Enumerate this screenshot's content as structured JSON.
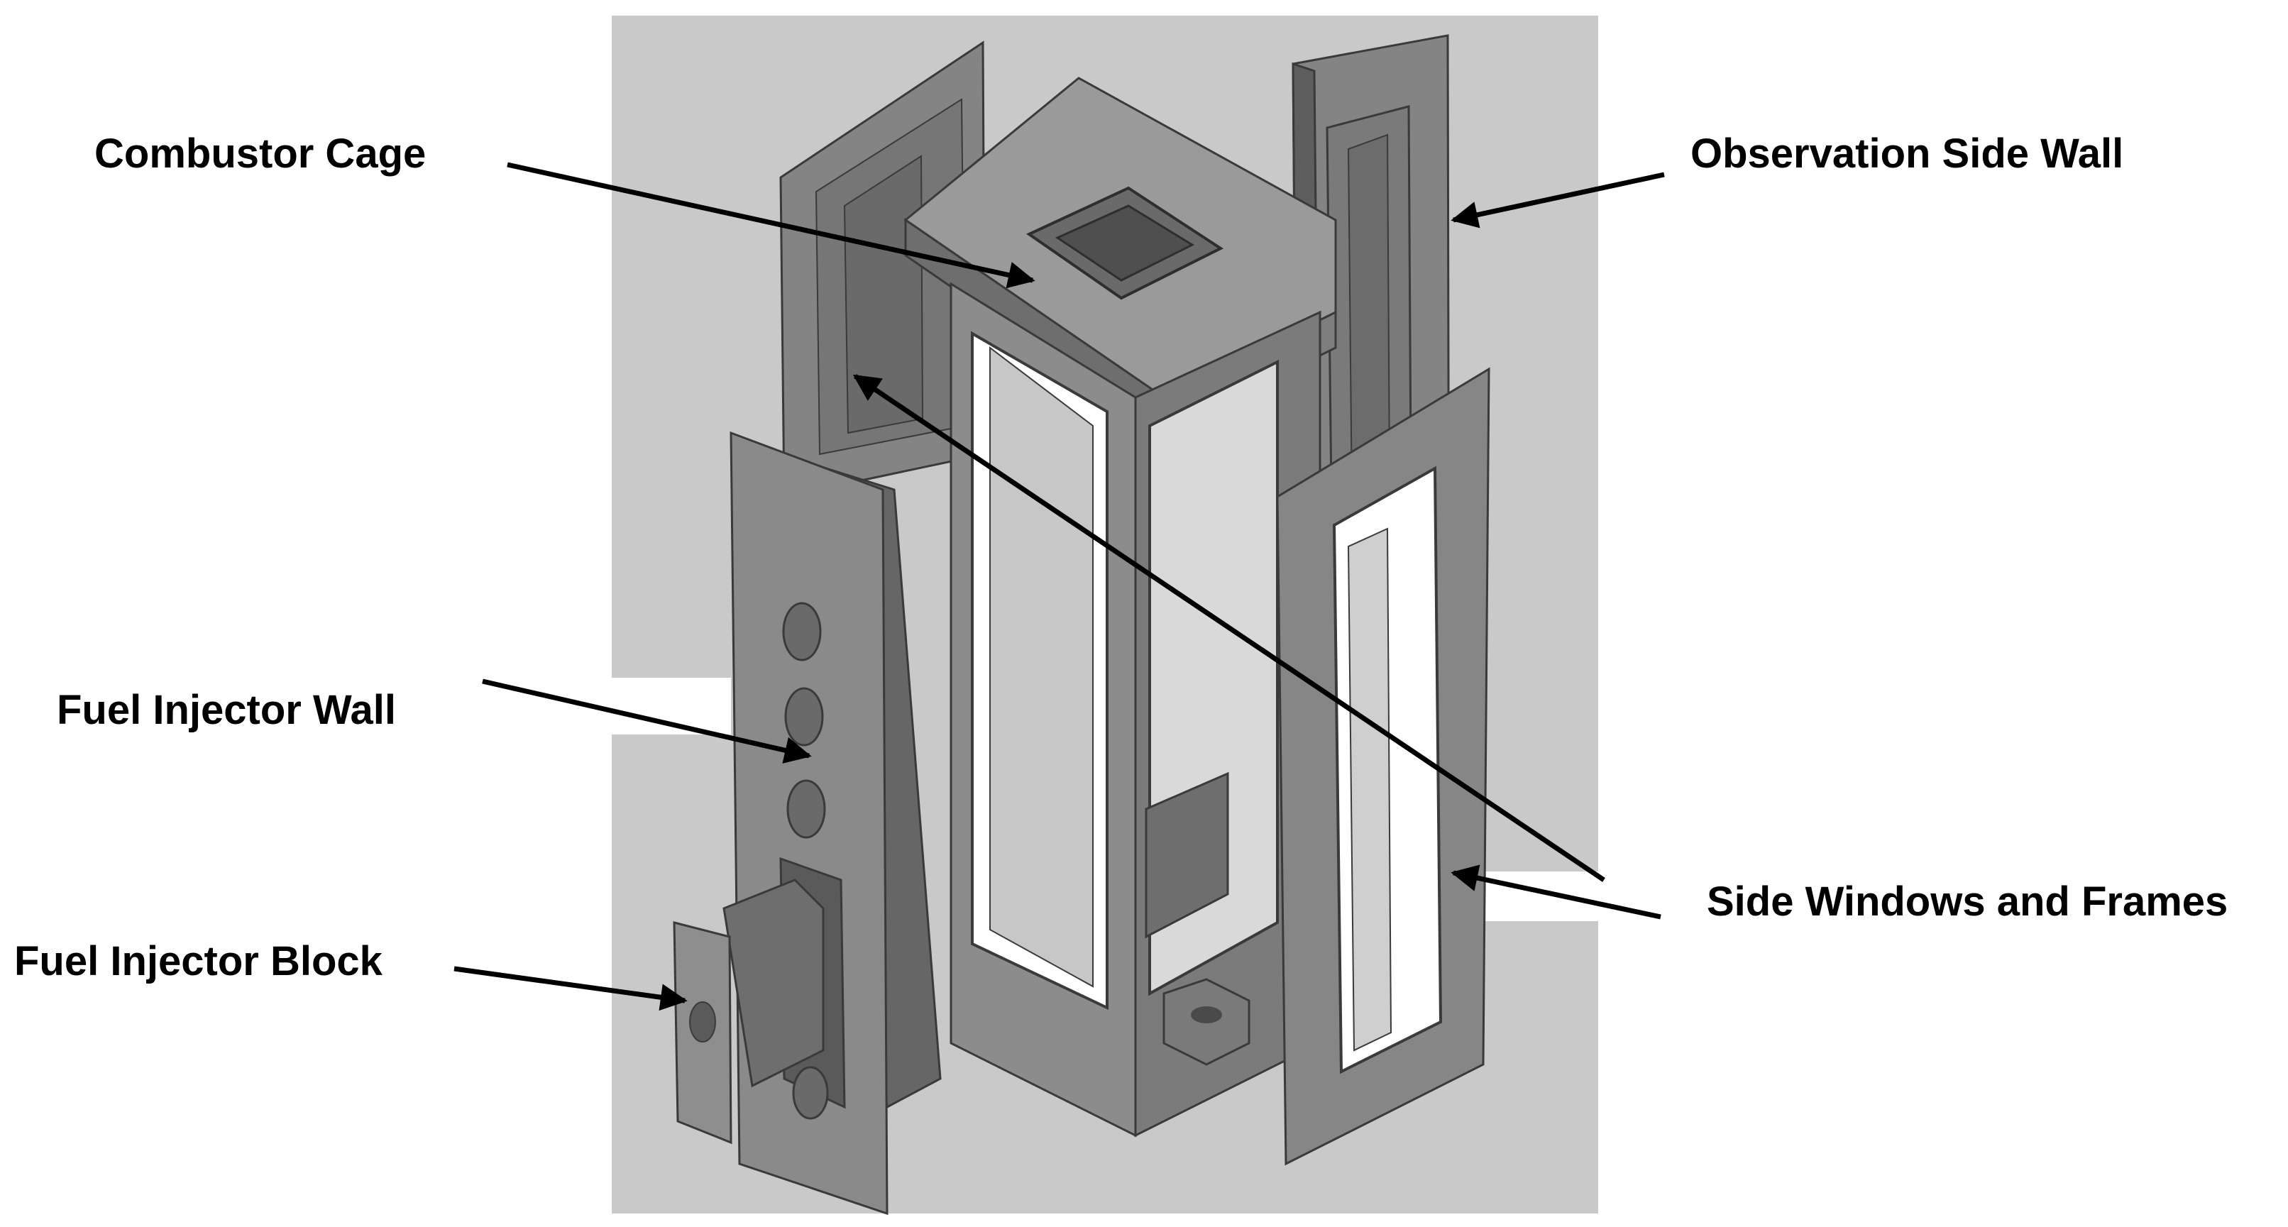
{
  "labels": {
    "combustor_cage": "Combustor Cage",
    "observation_side_wall": "Observation Side Wall",
    "fuel_injector_wall": "Fuel Injector Wall",
    "fuel_injector_block": "Fuel Injector Block",
    "side_windows_and_frames": "Side Windows and Frames"
  },
  "colors": {
    "background_panel": "#c9c9c9",
    "part_light": "#8f8f8f",
    "part_mid": "#7a7a7a",
    "part_dark": "#5e5e5e",
    "edge": "#3a3a3a",
    "arrow": "#000000"
  }
}
